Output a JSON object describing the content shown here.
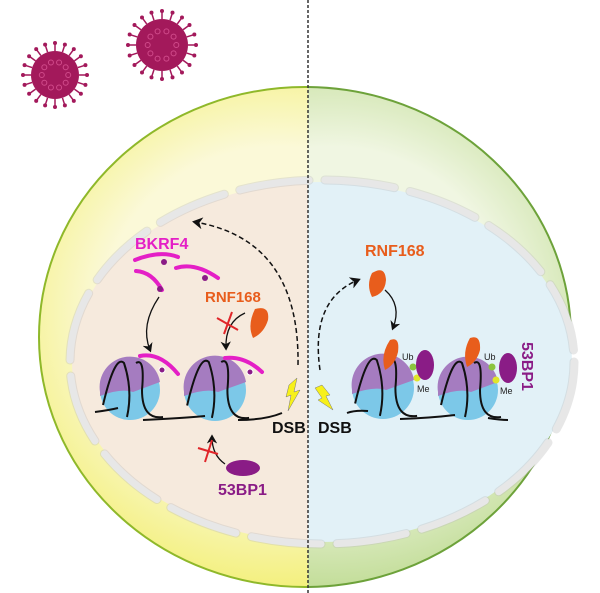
{
  "labels": {
    "left": {
      "bkrf4": "BKRF4",
      "rnf168": "RNF168",
      "dsb": "DSB",
      "bp53": "53BP1"
    },
    "right": {
      "rnf168": "RNF168",
      "dsb": "DSB",
      "bp53": "53BP1",
      "ub1": "Ub",
      "me1": "Me",
      "ub2": "Ub",
      "me2": "Me"
    }
  },
  "colors": {
    "virus": "#a3195b",
    "bkrf4": "#e41fc6",
    "rnf168": "#e85d1c",
    "bp53": "#8a1c86",
    "histone_top": "#a57cc0",
    "histone_bottom": "#7cc8e8",
    "lightning": "#f7f01a",
    "inhibit": "#e0262a"
  }
}
